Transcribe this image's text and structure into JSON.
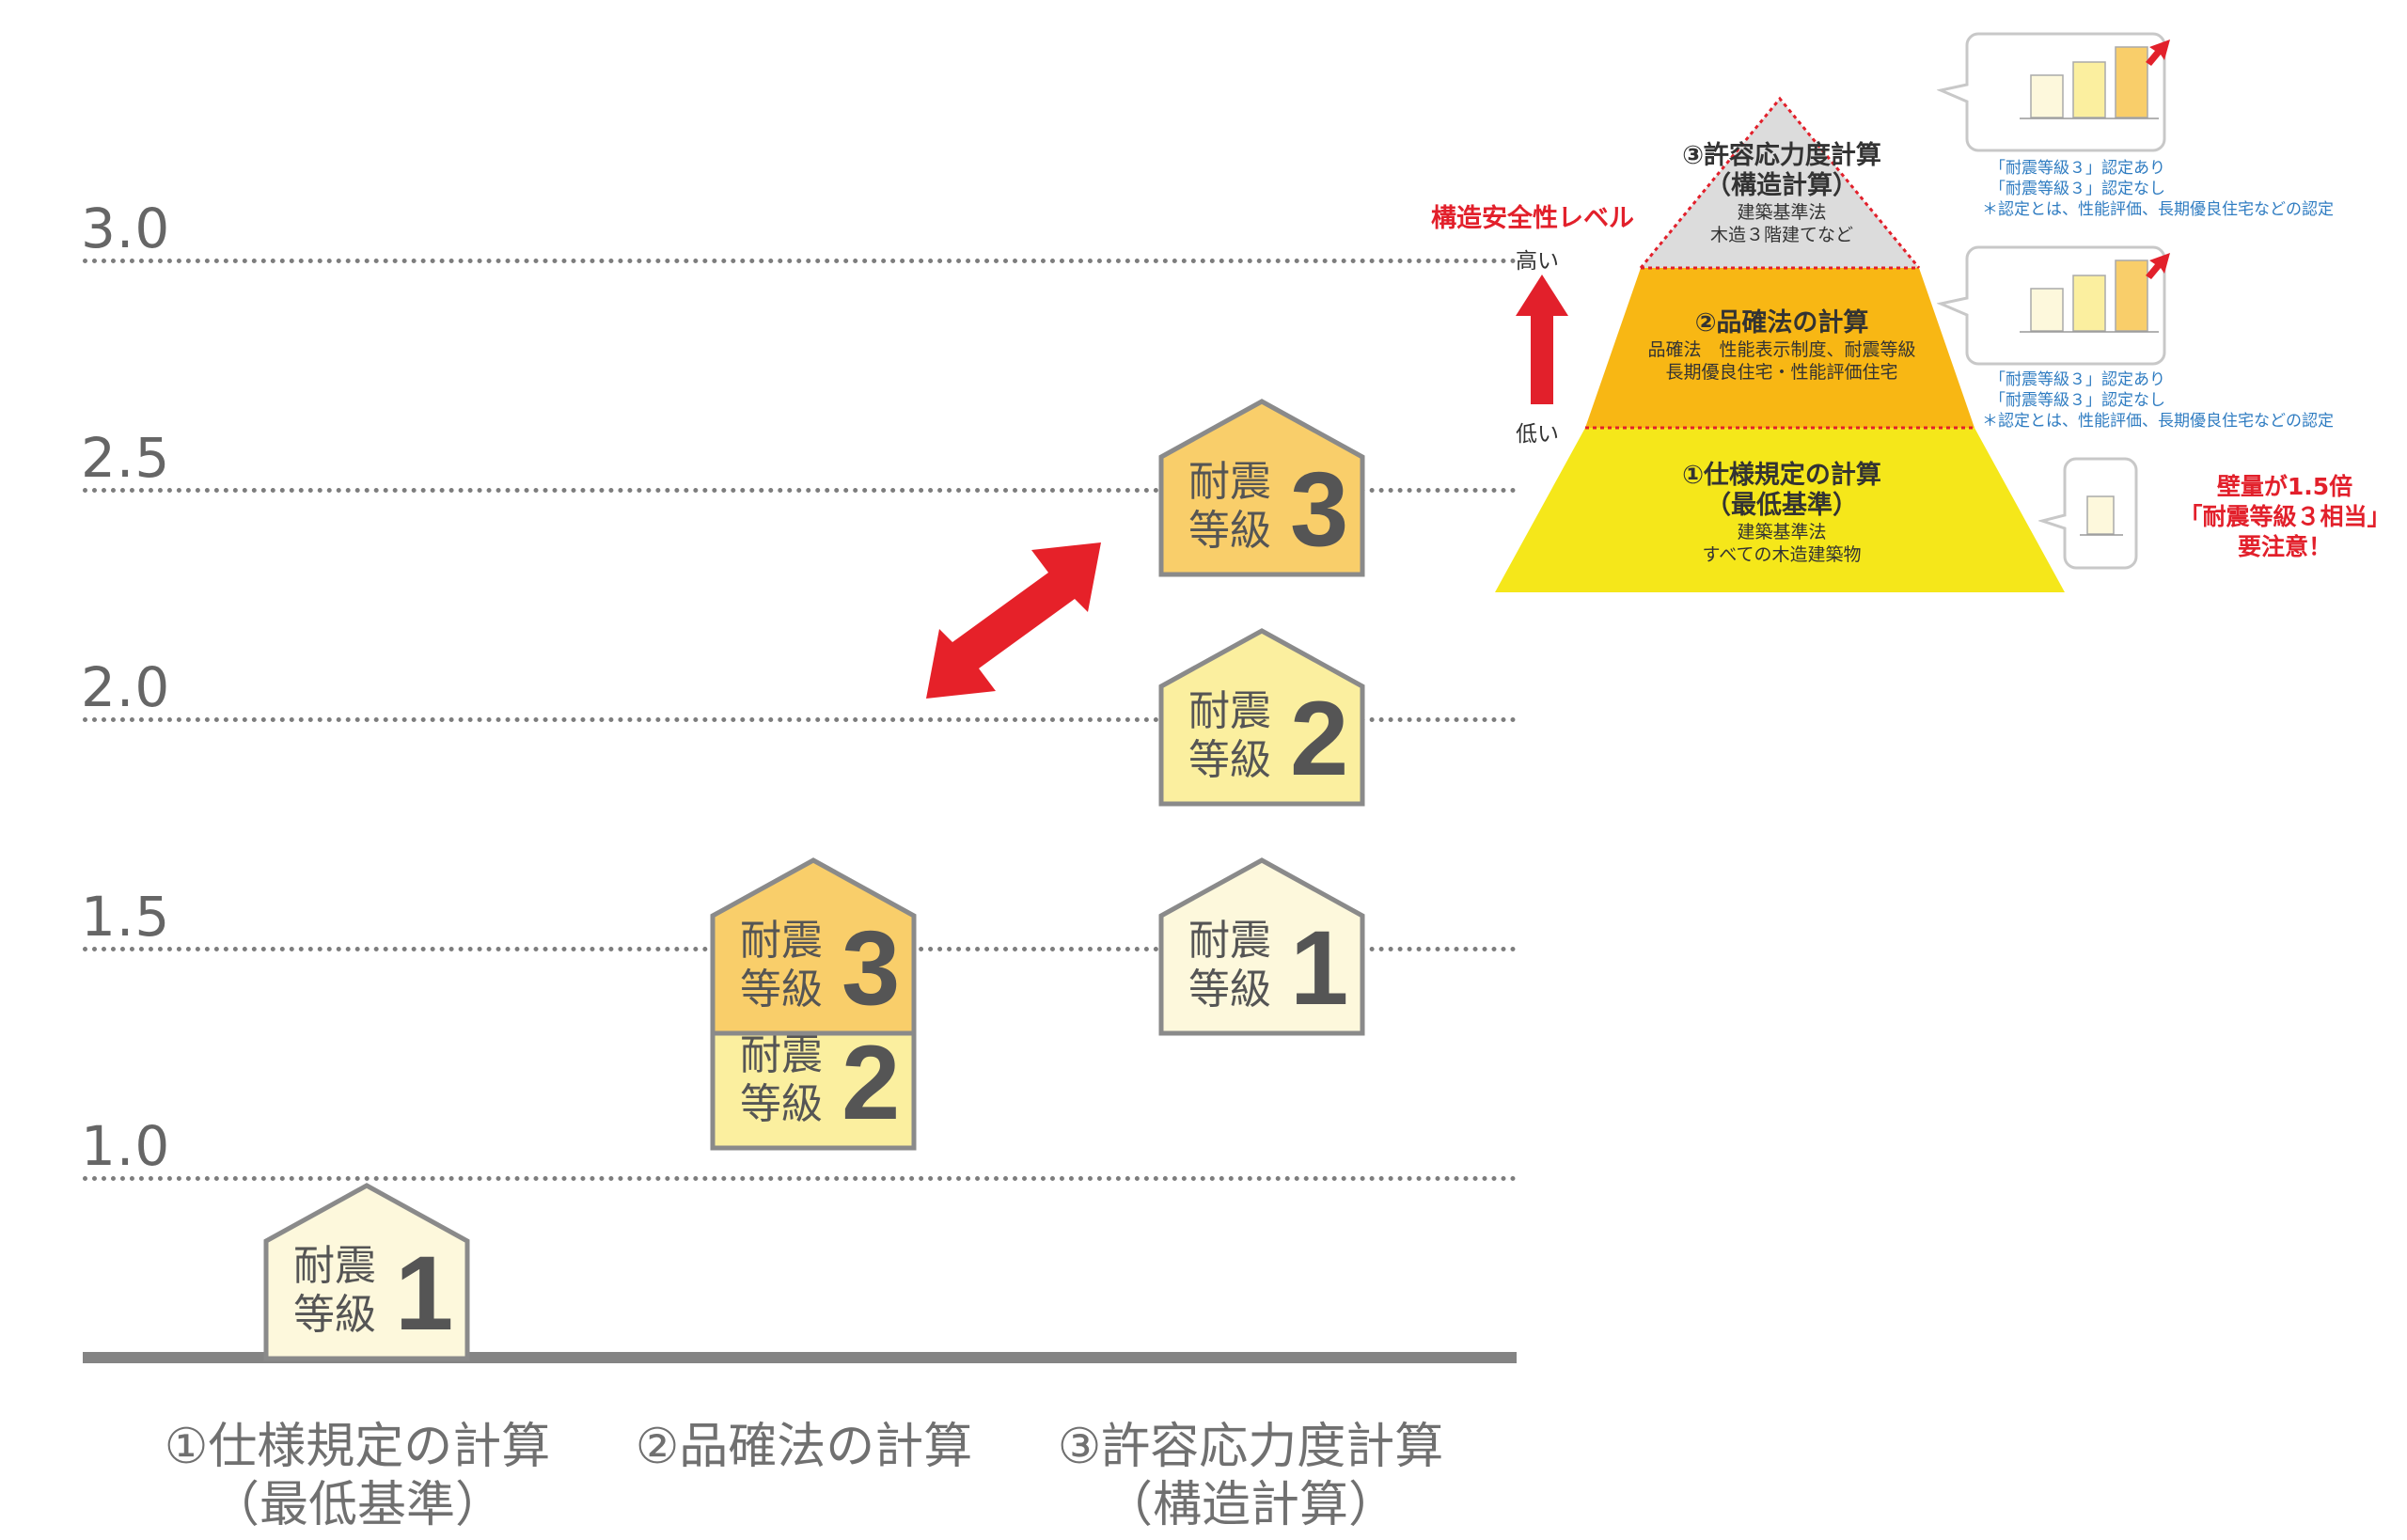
{
  "chart_data": {
    "type": "bar",
    "y_ticks": [
      "3.0",
      "2.5",
      "2.0",
      "1.5",
      "1.0"
    ],
    "y_values": [
      3.0,
      2.5,
      2.0,
      1.5,
      1.0
    ],
    "categories": [
      {
        "line1": "①仕様規定の計算",
        "line2": "（最低基準）"
      },
      {
        "line1": "②品確法の計算",
        "line2": ""
      },
      {
        "line1": "③許容応力度計算",
        "line2": "（構造計算）"
      }
    ],
    "houses": [
      {
        "category": 0,
        "value": 1.0,
        "label_top": "耐震",
        "label_bottom": "等級",
        "grade": "1",
        "fill": "#fdf8dc"
      },
      {
        "category": 1,
        "value": 1.25,
        "label_top": "耐震",
        "label_bottom": "等級",
        "grade": "2",
        "fill": "#fbef9f"
      },
      {
        "category": 1,
        "value": 1.5,
        "label_top": "耐震",
        "label_bottom": "等級",
        "grade": "3",
        "fill": "#f9ce6a"
      },
      {
        "category": 2,
        "value": 1.5,
        "label_top": "耐震",
        "label_bottom": "等級",
        "grade": "1",
        "fill": "#fdf8dc"
      },
      {
        "category": 2,
        "value": 2.0,
        "label_top": "耐震",
        "label_bottom": "等級",
        "grade": "2",
        "fill": "#fbef9f"
      },
      {
        "category": 2,
        "value": 2.5,
        "label_top": "耐震",
        "label_bottom": "等級",
        "grade": "3",
        "fill": "#f9ce6a"
      }
    ],
    "ylim": [
      0.6,
      3.0
    ],
    "grid": true
  },
  "pyramid": {
    "level_label": "構造安全性レベル",
    "high": "高い",
    "low": "低い",
    "tiers": [
      {
        "title1": "③許容応力度計算",
        "title2": "（構造計算）",
        "sub1": "建築基準法",
        "sub2": "木造３階建てなど",
        "fill": "#dcdcdc"
      },
      {
        "title1": "②品確法の計算",
        "title2": "",
        "sub1": "品確法　性能表示制度、耐震等級",
        "sub2": "長期優良住宅・性能評価住宅",
        "fill": "#f8b714"
      },
      {
        "title1": "①仕様規定の計算",
        "title2": "（最低基準）",
        "sub1": "建築基準法",
        "sub2": "すべての木造建築物",
        "fill": "#f5e71a"
      }
    ],
    "notes": [
      {
        "l1": "「耐震等級３」認定あり",
        "l2": "「耐震等級３」認定なし",
        "l3": "＊認定とは、性能評価、長期優良住宅などの認定"
      },
      {
        "l1": "「耐震等級３」認定あり",
        "l2": "「耐震等級３」認定なし",
        "l3": "＊認定とは、性能評価、長期優良住宅などの認定"
      }
    ],
    "warning": {
      "l1": "壁量が1.5倍",
      "l2": "「耐震等級３相当」",
      "l3": "要注意！"
    },
    "accent_red": "#e2202b",
    "accent_blue": "#2f7cc1"
  }
}
